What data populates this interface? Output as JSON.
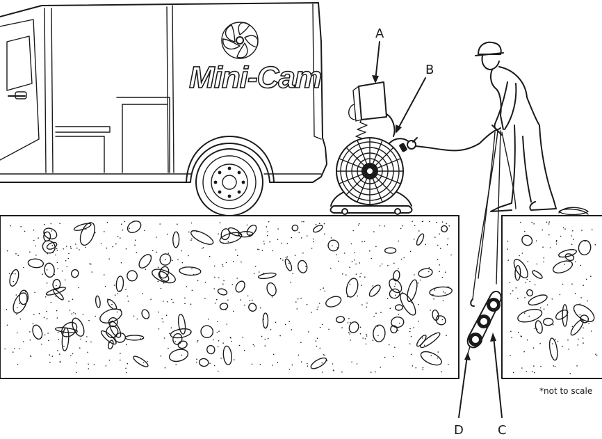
{
  "brand": {
    "name": "Mini-Cam"
  },
  "labels": {
    "a": "A",
    "b": "B",
    "c": "C",
    "d": "D"
  },
  "footnote": "*not to scale",
  "colors": {
    "line": "#1a1a1a",
    "background": "#ffffff"
  },
  "icons": {
    "logo": "fan-logo-icon"
  }
}
